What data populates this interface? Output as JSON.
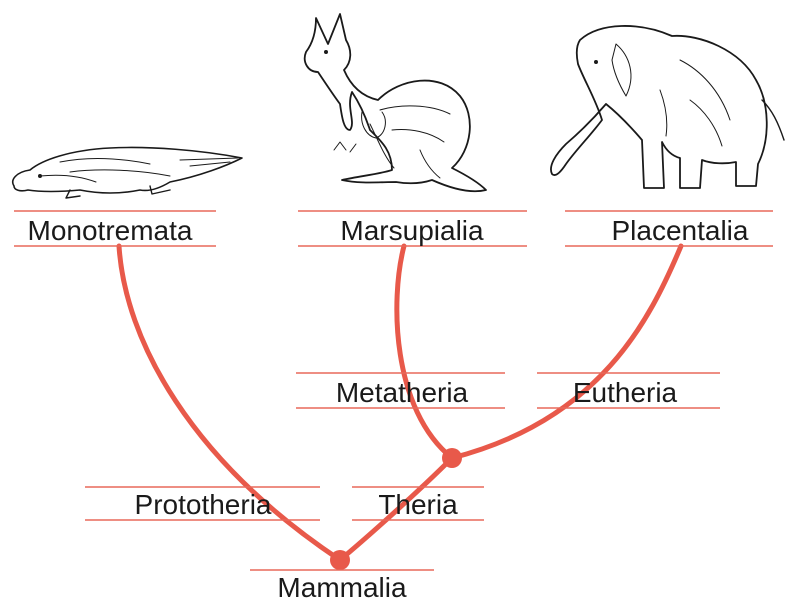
{
  "taxa": {
    "monotremata": "Monotremata",
    "marsupialia": "Marsupialia",
    "placentalia": "Placentalia",
    "metatheria": "Metatheria",
    "eutheria": "Eutheria",
    "prototheria": "Prototheria",
    "theria": "Theria",
    "mammalia": "Mammalia"
  },
  "illustrations": [
    "platypus-illustration",
    "kangaroo-illustration",
    "elephant-illustration"
  ],
  "colors": {
    "branch": "#e8594a",
    "rule": "#e8695a",
    "text": "#1a1a1a"
  }
}
